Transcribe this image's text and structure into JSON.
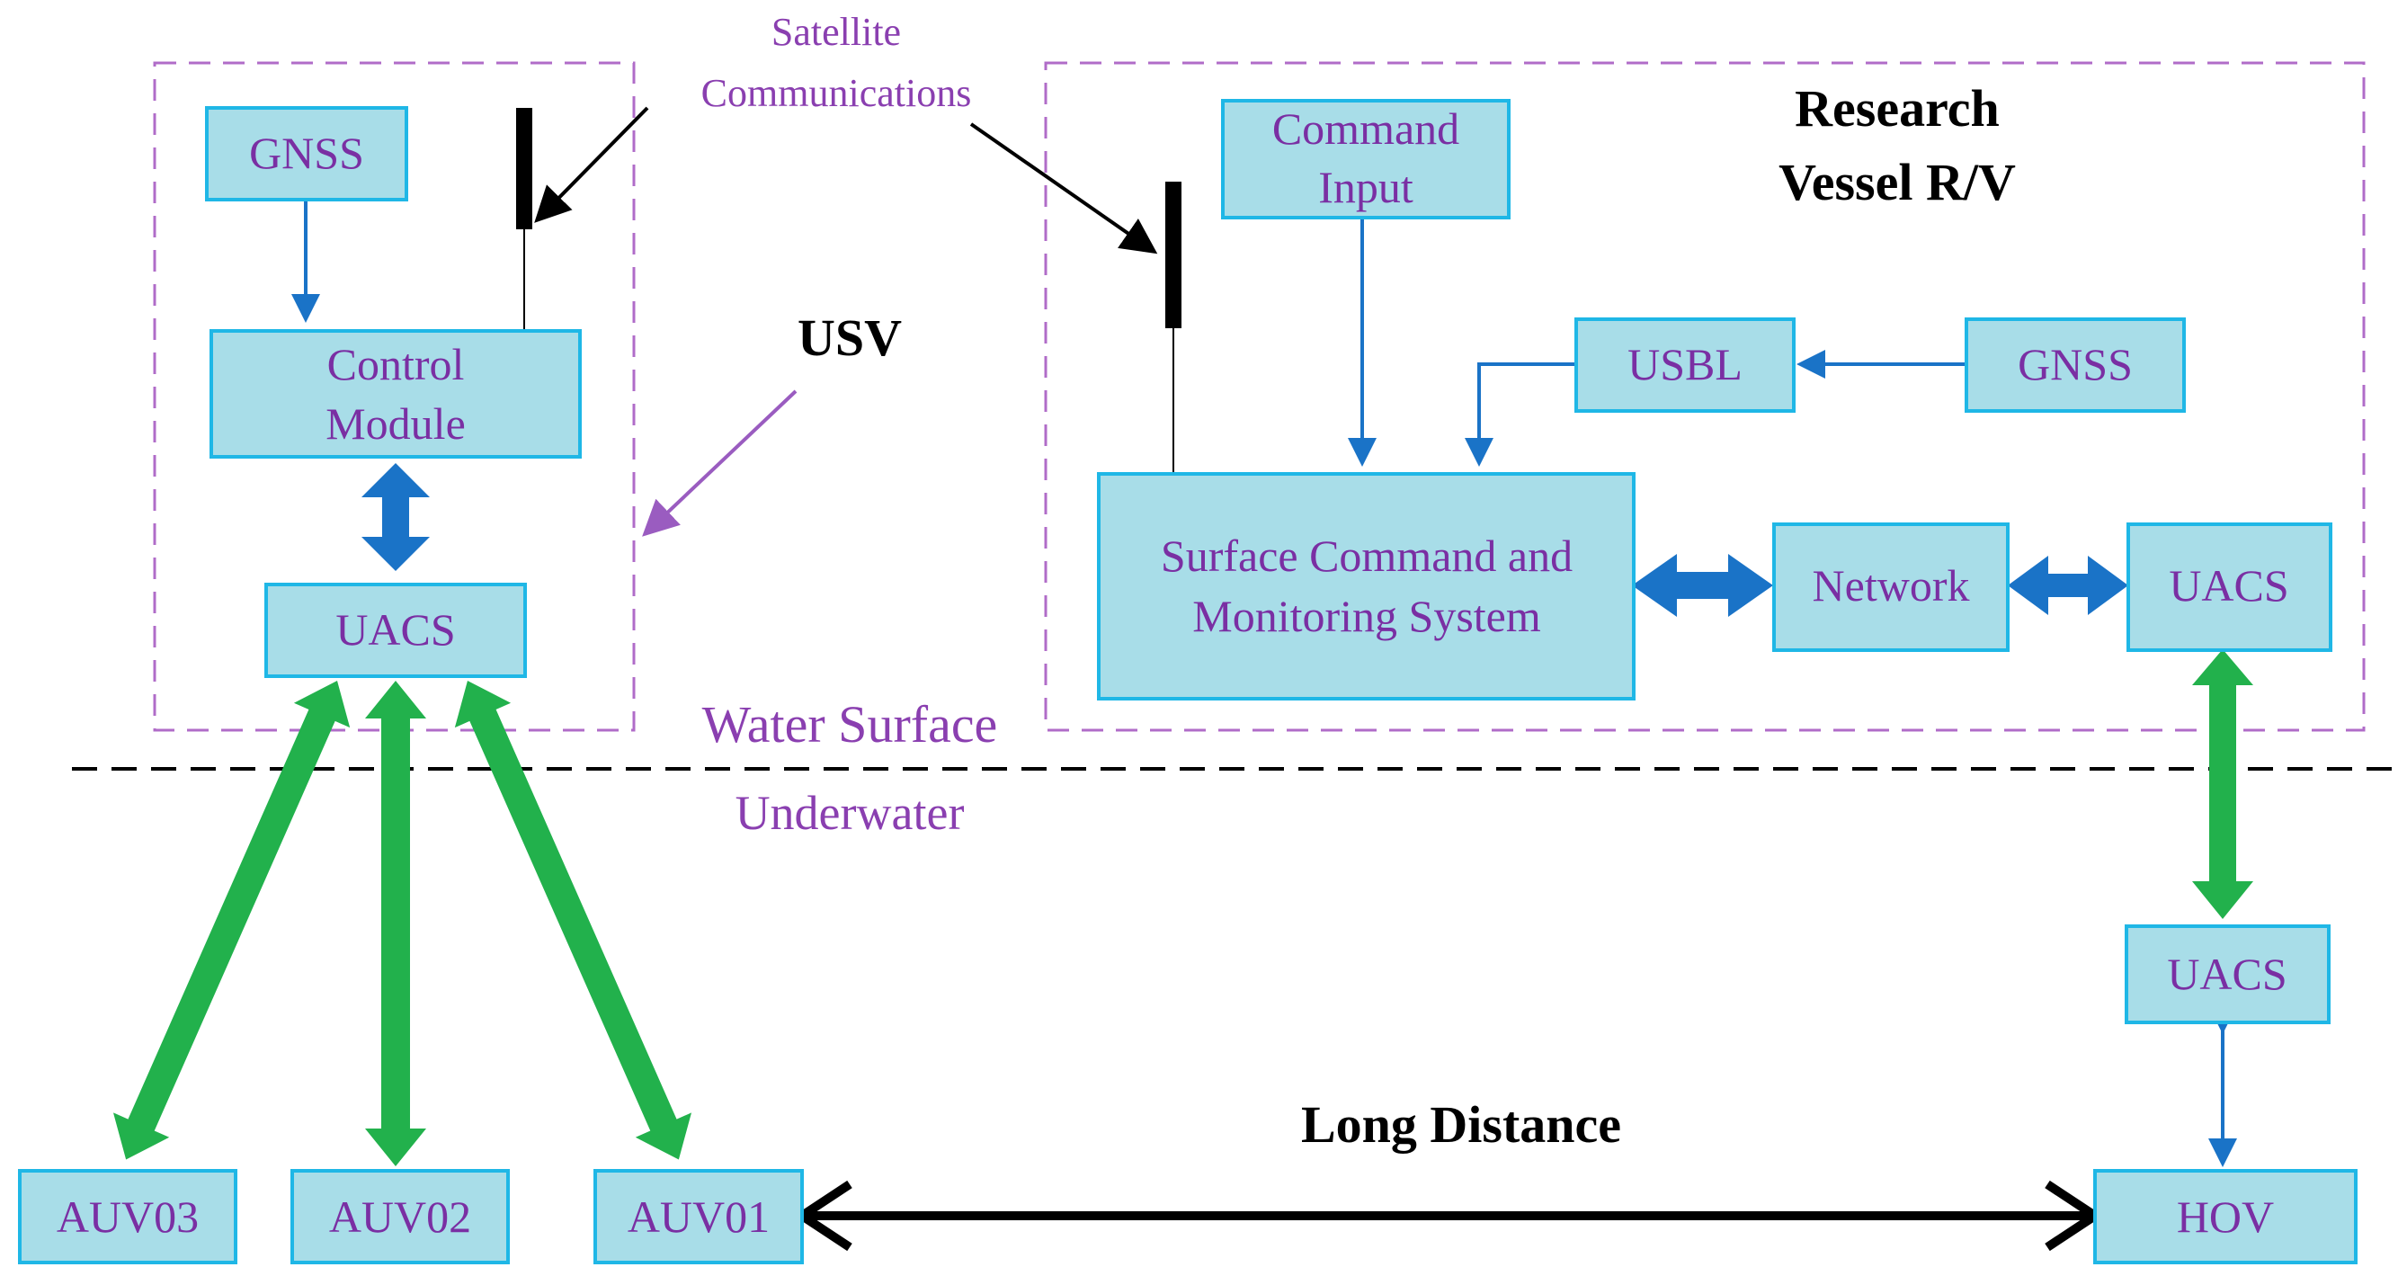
{
  "labels": {
    "satellite_line1": "Satellite",
    "satellite_line2": "Communications",
    "research_line1": "Research",
    "research_line2": "Vessel R/V",
    "usv": "USV",
    "water_surface": "Water Surface",
    "underwater": "Underwater",
    "long_distance": "Long Distance"
  },
  "boxes": {
    "gnss_left": "GNSS",
    "control_line1": "Control",
    "control_line2": "Module",
    "uacs_left": "UACS",
    "command_line1": "Command",
    "command_line2": "Input",
    "usbl": "USBL",
    "gnss_right": "GNSS",
    "scms_line1": "Surface Command and",
    "scms_line2": "Monitoring System",
    "network": "Network",
    "uacs_right": "UACS",
    "uacs_hov": "UACS",
    "hov": "HOV",
    "auv03": "AUV03",
    "auv02": "AUV02",
    "auv01": "AUV01"
  },
  "colors": {
    "box_fill": "#a8dde8",
    "box_border": "#1fb7e6",
    "box_text": "#7a2fa3",
    "blue_arrow": "#1a73c7",
    "green_arrow": "#22b14c",
    "region_border": "#b06cc8"
  }
}
